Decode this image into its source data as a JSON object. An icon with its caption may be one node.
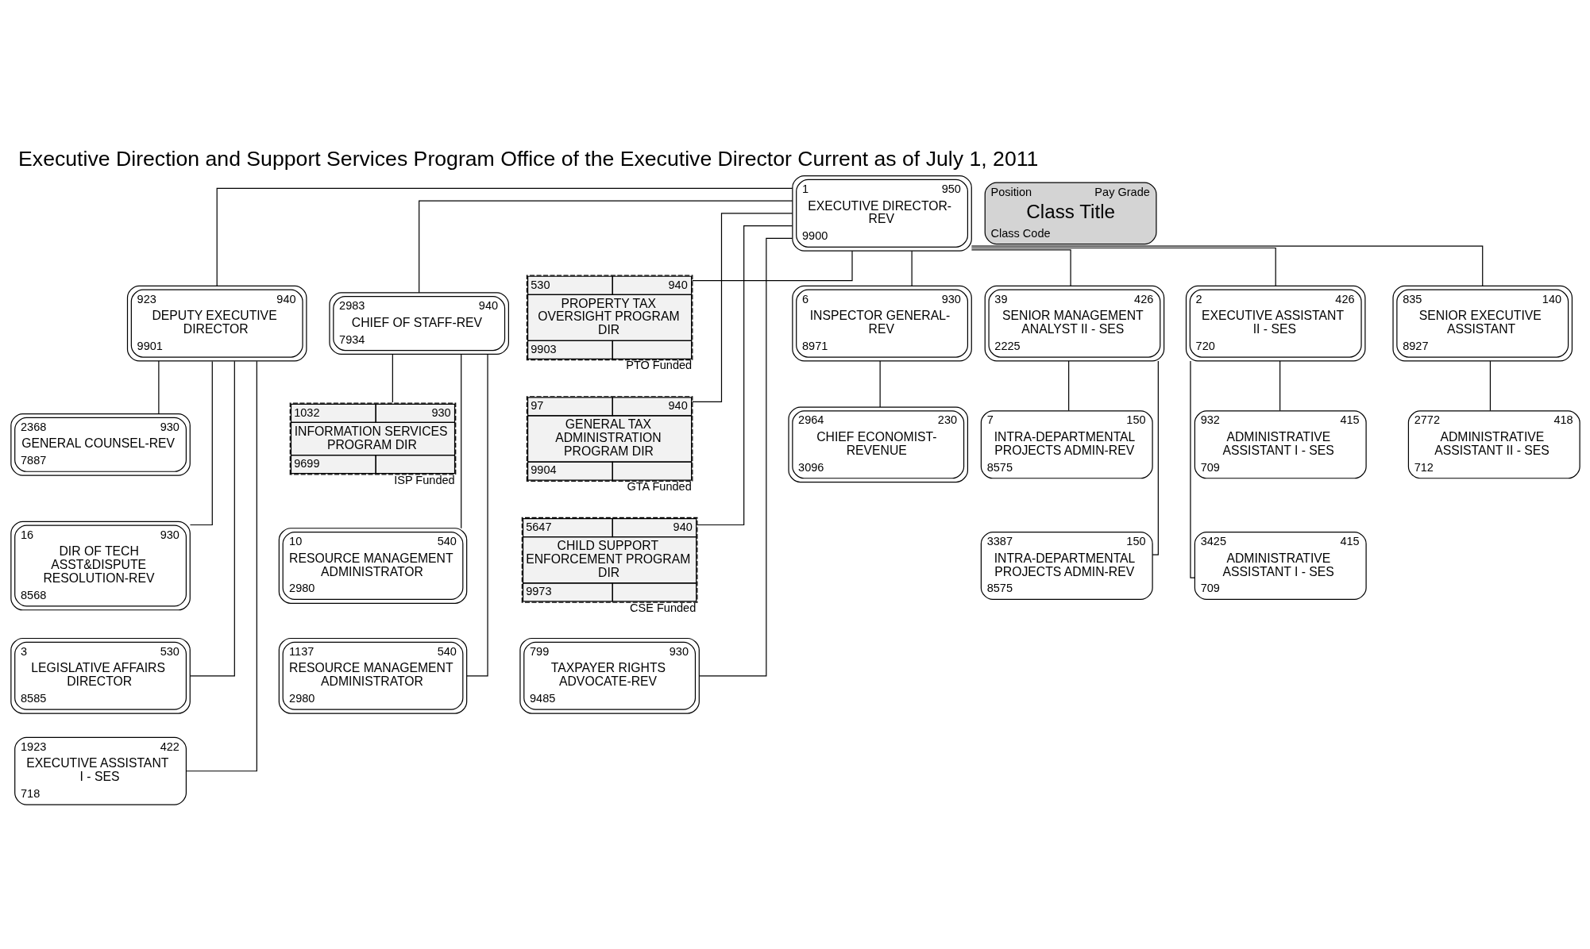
{
  "diagram": {
    "title": "Executive Direction and Support Services Program Office of the Executive Director Current as of July 1, 2011",
    "nodes": [
      {
        "text": [
          "1",
          "950",
          "EXECUTIVE DIRECTOR-REV",
          "9900"
        ]
      },
      {
        "text": [
          "923",
          "940",
          "DEPUTY EXECUTIVE DIRECTOR",
          "9901"
        ]
      },
      {
        "text": [
          "2983",
          "940",
          "CHIEF OF STAFF-REV",
          "7934"
        ]
      },
      {
        "text": [
          "530",
          "940",
          "PROPERTY TAX OVERSIGHT PROGRAM DIR",
          "9903"
        ],
        "beside": [
          "PTO Funded"
        ]
      },
      {
        "text": [
          "97",
          "940",
          "GENERAL TAX ADMINISTRATION PROGRAM DIR",
          "9904"
        ],
        "beside": [
          "GTA Funded"
        ]
      },
      {
        "text": [
          "5647",
          "940",
          "CHILD SUPPORT ENFORCEMENT PROGRAM DIR",
          "9973"
        ],
        "beside": [
          "CSE Funded"
        ]
      },
      {
        "text": [
          "799",
          "930",
          "TAXPAYER RIGHTS ADVOCATE-REV",
          "9485"
        ]
      },
      {
        "text": [
          "6",
          "930",
          "INSPECTOR GENERAL-REV",
          "8971"
        ]
      },
      {
        "text": [
          "2368",
          "930",
          "GENERAL COUNSEL-REV",
          "7887"
        ]
      },
      {
        "text": [
          "16",
          "930",
          "DIR OF TECH ASST&DISPUTE RESOLUTION-REV",
          "8568"
        ]
      },
      {
        "text": [
          "3",
          "530",
          "LEGISLATIVE AFFAIRS DIRECTOR",
          "8585"
        ]
      },
      {
        "text": [
          "1923",
          "422",
          "EXECUTIVE ASSISTANT I - SES",
          "718"
        ]
      },
      {
        "text": [
          "1032",
          "930",
          "INFORMATION SERVICES PROGRAM DIR",
          "9699"
        ],
        "beside": [
          "ISP Funded"
        ]
      },
      {
        "text": [
          "10",
          "540",
          "RESOURCE MANAGEMENT ADMINISTRATOR",
          "2980"
        ]
      },
      {
        "text": [
          "1137",
          "540",
          "RESOURCE MANAGEMENT ADMINISTRATOR",
          "2980"
        ]
      },
      {
        "text": [
          "2964",
          "230",
          "CHIEF ECONOMIST-REVENUE",
          "3096"
        ]
      },
      {
        "text": [
          "39",
          "426",
          "SENIOR MANAGEMENT ANALYST II - SES",
          "2225"
        ]
      },
      {
        "text": [
          "7",
          "150",
          "INTRA-DEPARTMENTAL PROJECTS ADMIN-REV",
          "8575"
        ]
      },
      {
        "text": [
          "3387",
          "150",
          "INTRA-DEPARTMENTAL PROJECTS ADMIN-REV",
          "8575"
        ]
      },
      {
        "text": [
          "2",
          "426",
          "EXECUTIVE ASSISTANT II - SES",
          "720"
        ]
      },
      {
        "text": [
          "932",
          "415",
          "ADMINISTRATIVE ASSISTANT I - SES",
          "709"
        ]
      },
      {
        "text": [
          "3425",
          "415",
          "ADMINISTRATIVE ASSISTANT I - SES",
          "709"
        ]
      },
      {
        "text": [
          "835",
          "140",
          "SENIOR EXECUTIVE ASSISTANT",
          "8927"
        ]
      },
      {
        "text": [
          "2772",
          "418",
          "ADMINISTRATIVE ASSISTANT II - SES",
          "712"
        ]
      },
      {
        "text": [
          "Position",
          "Pay Grade",
          "Class Title",
          "Class Code"
        ]
      }
    ],
    "edges": [
      {
        "from": 0,
        "to": 1,
        "arrow": "none"
      },
      {
        "from": 0,
        "to": 2,
        "arrow": "none"
      },
      {
        "from": 0,
        "to": 3,
        "arrow": "none"
      },
      {
        "from": 0,
        "to": 4,
        "arrow": "none"
      },
      {
        "from": 0,
        "to": 5,
        "arrow": "none"
      },
      {
        "from": 0,
        "to": 6,
        "arrow": "none"
      },
      {
        "from": 0,
        "to": 7,
        "arrow": "none"
      },
      {
        "from": 0,
        "to": 16,
        "arrow": "none"
      },
      {
        "from": 0,
        "to": 19,
        "arrow": "none"
      },
      {
        "from": 0,
        "to": 22,
        "arrow": "none"
      },
      {
        "from": 1,
        "to": 8,
        "arrow": "none"
      },
      {
        "from": 1,
        "to": 9,
        "arrow": "none"
      },
      {
        "from": 1,
        "to": 10,
        "arrow": "none"
      },
      {
        "from": 1,
        "to": 11,
        "arrow": "none"
      },
      {
        "from": 2,
        "to": 12,
        "arrow": "none"
      },
      {
        "from": 2,
        "to": 13,
        "arrow": "none"
      },
      {
        "from": 2,
        "to": 14,
        "arrow": "none"
      },
      {
        "from": 7,
        "to": 15,
        "arrow": "none"
      },
      {
        "from": 16,
        "to": 17,
        "arrow": "none"
      },
      {
        "from": 16,
        "to": 18,
        "arrow": "none"
      },
      {
        "from": 19,
        "to": 20,
        "arrow": "none"
      },
      {
        "from": 19,
        "to": 21,
        "arrow": "none"
      },
      {
        "from": 22,
        "to": 23,
        "arrow": "none"
      }
    ]
  }
}
